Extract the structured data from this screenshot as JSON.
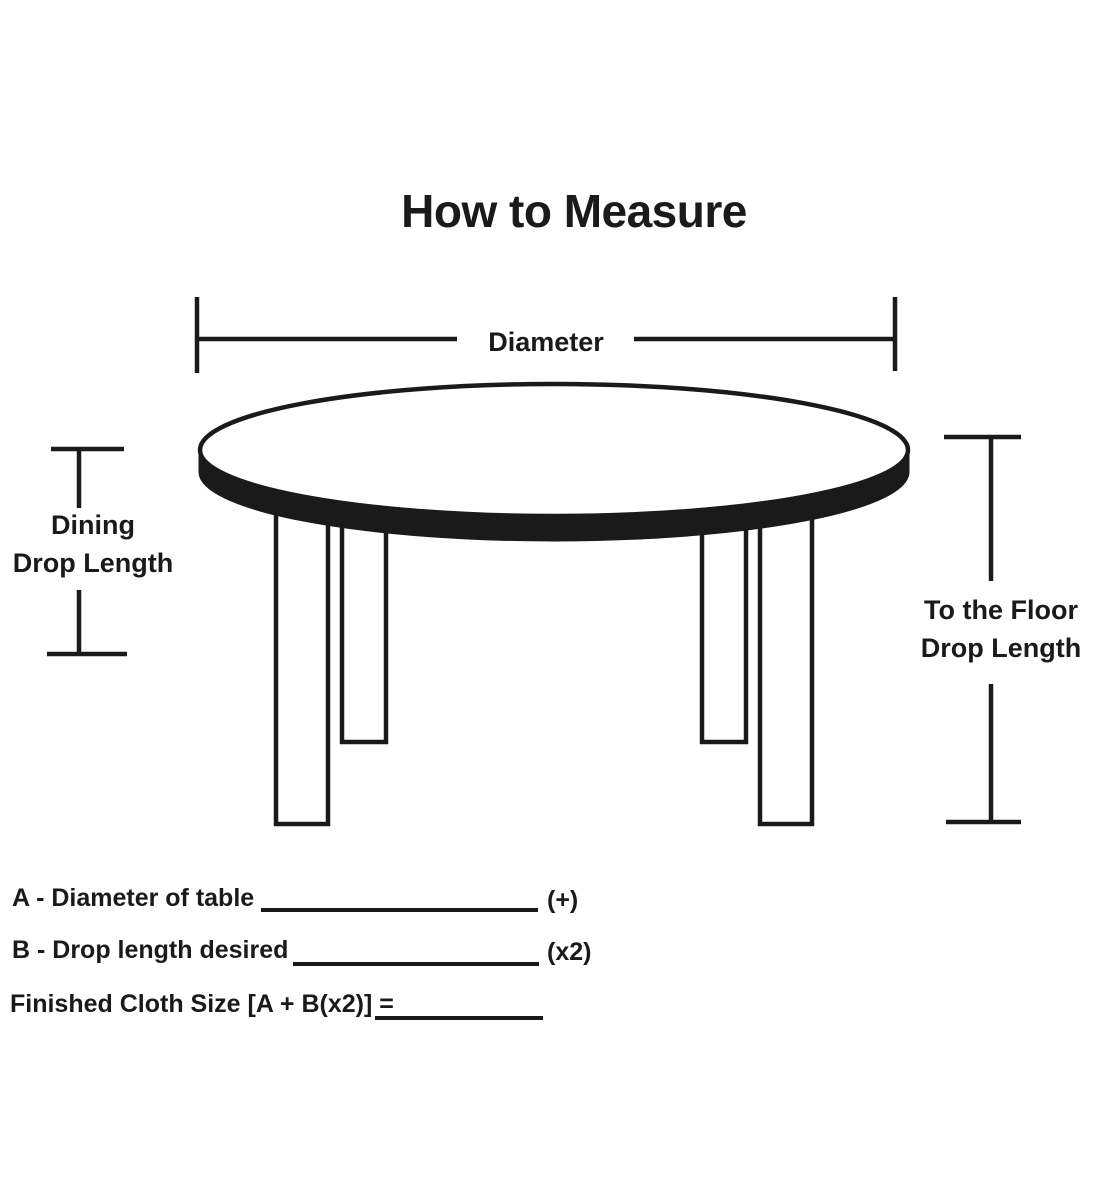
{
  "title": "How to Measure",
  "labels": {
    "diameter": "Diameter",
    "dining_drop_line1": "Dining",
    "dining_drop_line2": "Drop Length",
    "floor_drop_line1": "To the Floor",
    "floor_drop_line2": "Drop Length"
  },
  "formula": {
    "row_a": "A - Diameter of table",
    "row_a_suffix": "(+)",
    "row_b": "B - Drop length desired",
    "row_b_suffix": "(x2)",
    "row_c": "Finished Cloth Size [A + B(x2)] ="
  },
  "colors": {
    "ink": "#1a1a1a",
    "background": "#ffffff"
  }
}
